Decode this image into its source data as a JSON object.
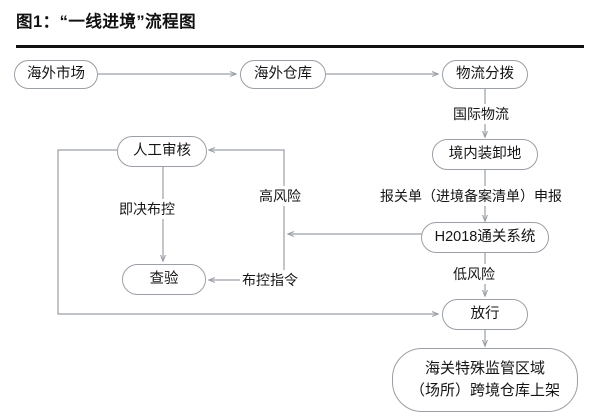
{
  "figure": {
    "title": "图1：“一线进境”流程图",
    "rule_color": "#111111",
    "node_border_color": "#9aa0a6",
    "wire_color": "#9aa0a6",
    "background": "#ffffff"
  },
  "nodes": [
    {
      "id": "overseas-market",
      "label": "海外市场"
    },
    {
      "id": "overseas-warehouse",
      "label": "海外仓库"
    },
    {
      "id": "logistics-sorting",
      "label": "物流分拨"
    },
    {
      "id": "domestic-loading",
      "label": "境内装卸地"
    },
    {
      "id": "h2018-system",
      "label": "H2018通关系统"
    },
    {
      "id": "release",
      "label": "放行"
    },
    {
      "id": "bonded-warehouse",
      "label": "海关特殊监管区域\n（场所）跨境仓库上架"
    },
    {
      "id": "manual-review",
      "label": "人工审核"
    },
    {
      "id": "inspection",
      "label": "查验"
    }
  ],
  "edge_labels": [
    {
      "id": "international-logistics",
      "label": "国际物流"
    },
    {
      "id": "customs-declaration",
      "label": "报关单（进境备案清单）申报"
    },
    {
      "id": "low-risk",
      "label": "低风险"
    },
    {
      "id": "high-risk",
      "label": "高风险"
    },
    {
      "id": "immediate-control",
      "label": "即决布控"
    },
    {
      "id": "control-order",
      "label": "布控指令"
    }
  ]
}
